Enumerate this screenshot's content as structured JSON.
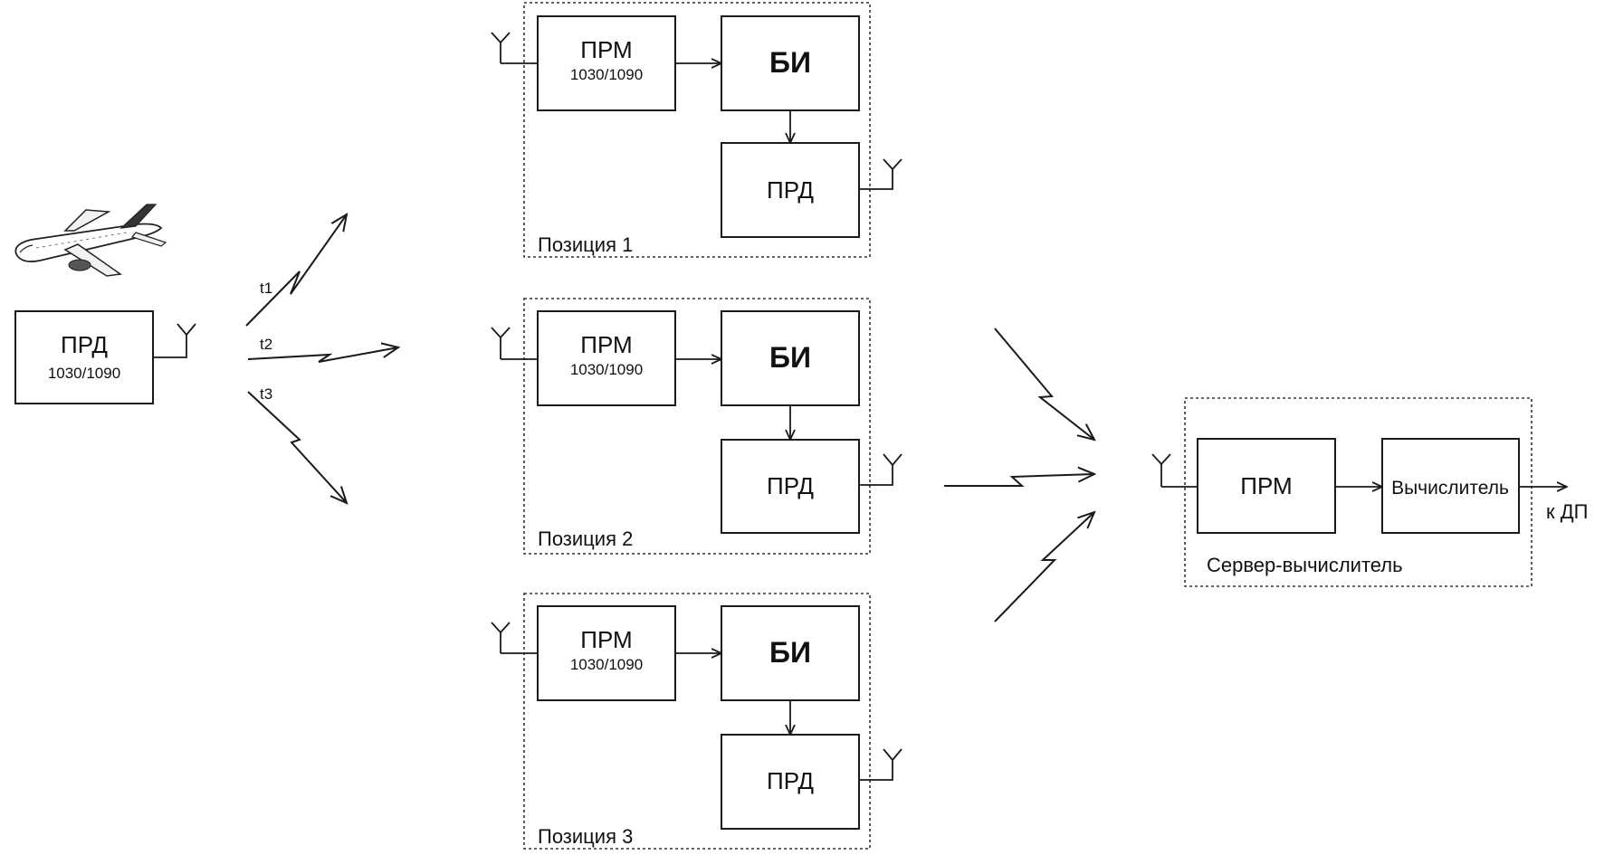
{
  "aircraft": {
    "transmitter_label": "ПРД",
    "transmitter_freq": "1030/1090",
    "signal_labels": [
      "t1",
      "t2",
      "t3"
    ]
  },
  "positions": [
    {
      "caption": "Позиция 1",
      "receiver_label": "ПРМ",
      "receiver_freq": "1030/1090",
      "processor_label": "БИ",
      "transmitter_label": "ПРД"
    },
    {
      "caption": "Позиция 2",
      "receiver_label": "ПРМ",
      "receiver_freq": "1030/1090",
      "processor_label": "БИ",
      "transmitter_label": "ПРД"
    },
    {
      "caption": "Позиция 3",
      "receiver_label": "ПРМ",
      "receiver_freq": "1030/1090",
      "processor_label": "БИ",
      "transmitter_label": "ПРД"
    }
  ],
  "server": {
    "caption": "Сервер-вычислитель",
    "receiver_label": "ПРМ",
    "computer_label": "Вычислитель",
    "output_label": "к ДП"
  }
}
